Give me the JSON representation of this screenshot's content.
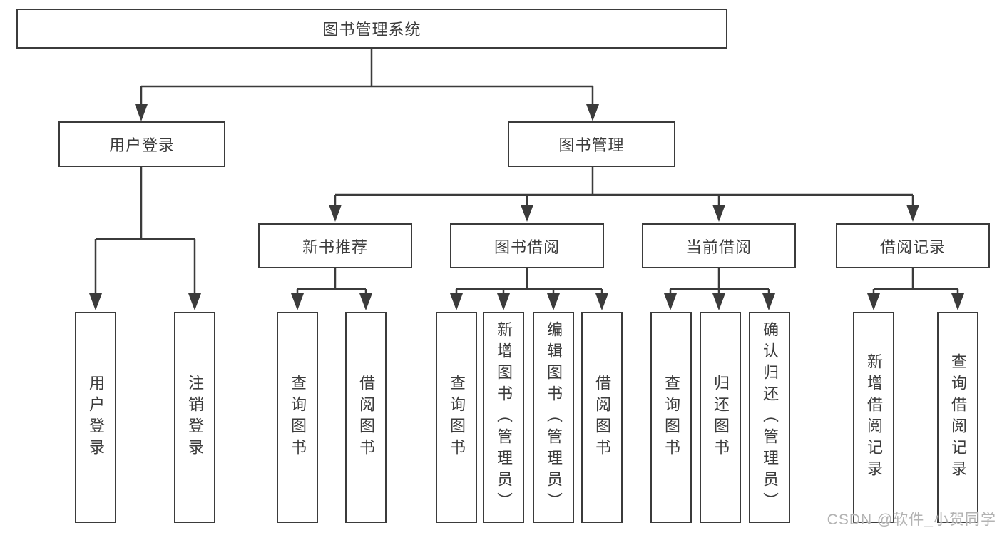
{
  "tree": {
    "label": "图书管理系统",
    "children": [
      {
        "label": "用户登录",
        "children": [
          {
            "label": "用户登录"
          },
          {
            "label": "注销登录"
          }
        ]
      },
      {
        "label": "图书管理",
        "children": [
          {
            "label": "新书推荐",
            "children": [
              {
                "label": "查询图书"
              },
              {
                "label": "借阅图书"
              }
            ]
          },
          {
            "label": "图书借阅",
            "children": [
              {
                "label": "查询图书"
              },
              {
                "label": "新增图书（管理员）"
              },
              {
                "label": "编辑图书（管理员）"
              },
              {
                "label": "借阅图书"
              }
            ]
          },
          {
            "label": "当前借阅",
            "children": [
              {
                "label": "查询图书"
              },
              {
                "label": "归还图书"
              },
              {
                "label": "确认归还（管理员）"
              }
            ]
          },
          {
            "label": "借阅记录",
            "children": [
              {
                "label": "新增借阅记录"
              },
              {
                "label": "查询借阅记录"
              }
            ]
          }
        ]
      }
    ]
  },
  "watermark": {
    "text": "CSDN @软件_小贺同学"
  },
  "colors": {
    "line": "#3b3b3b",
    "box_border": "#3b3b3b",
    "text": "#3c3c3c",
    "watermark": "#b3b3b3",
    "background": "#ffffff"
  }
}
